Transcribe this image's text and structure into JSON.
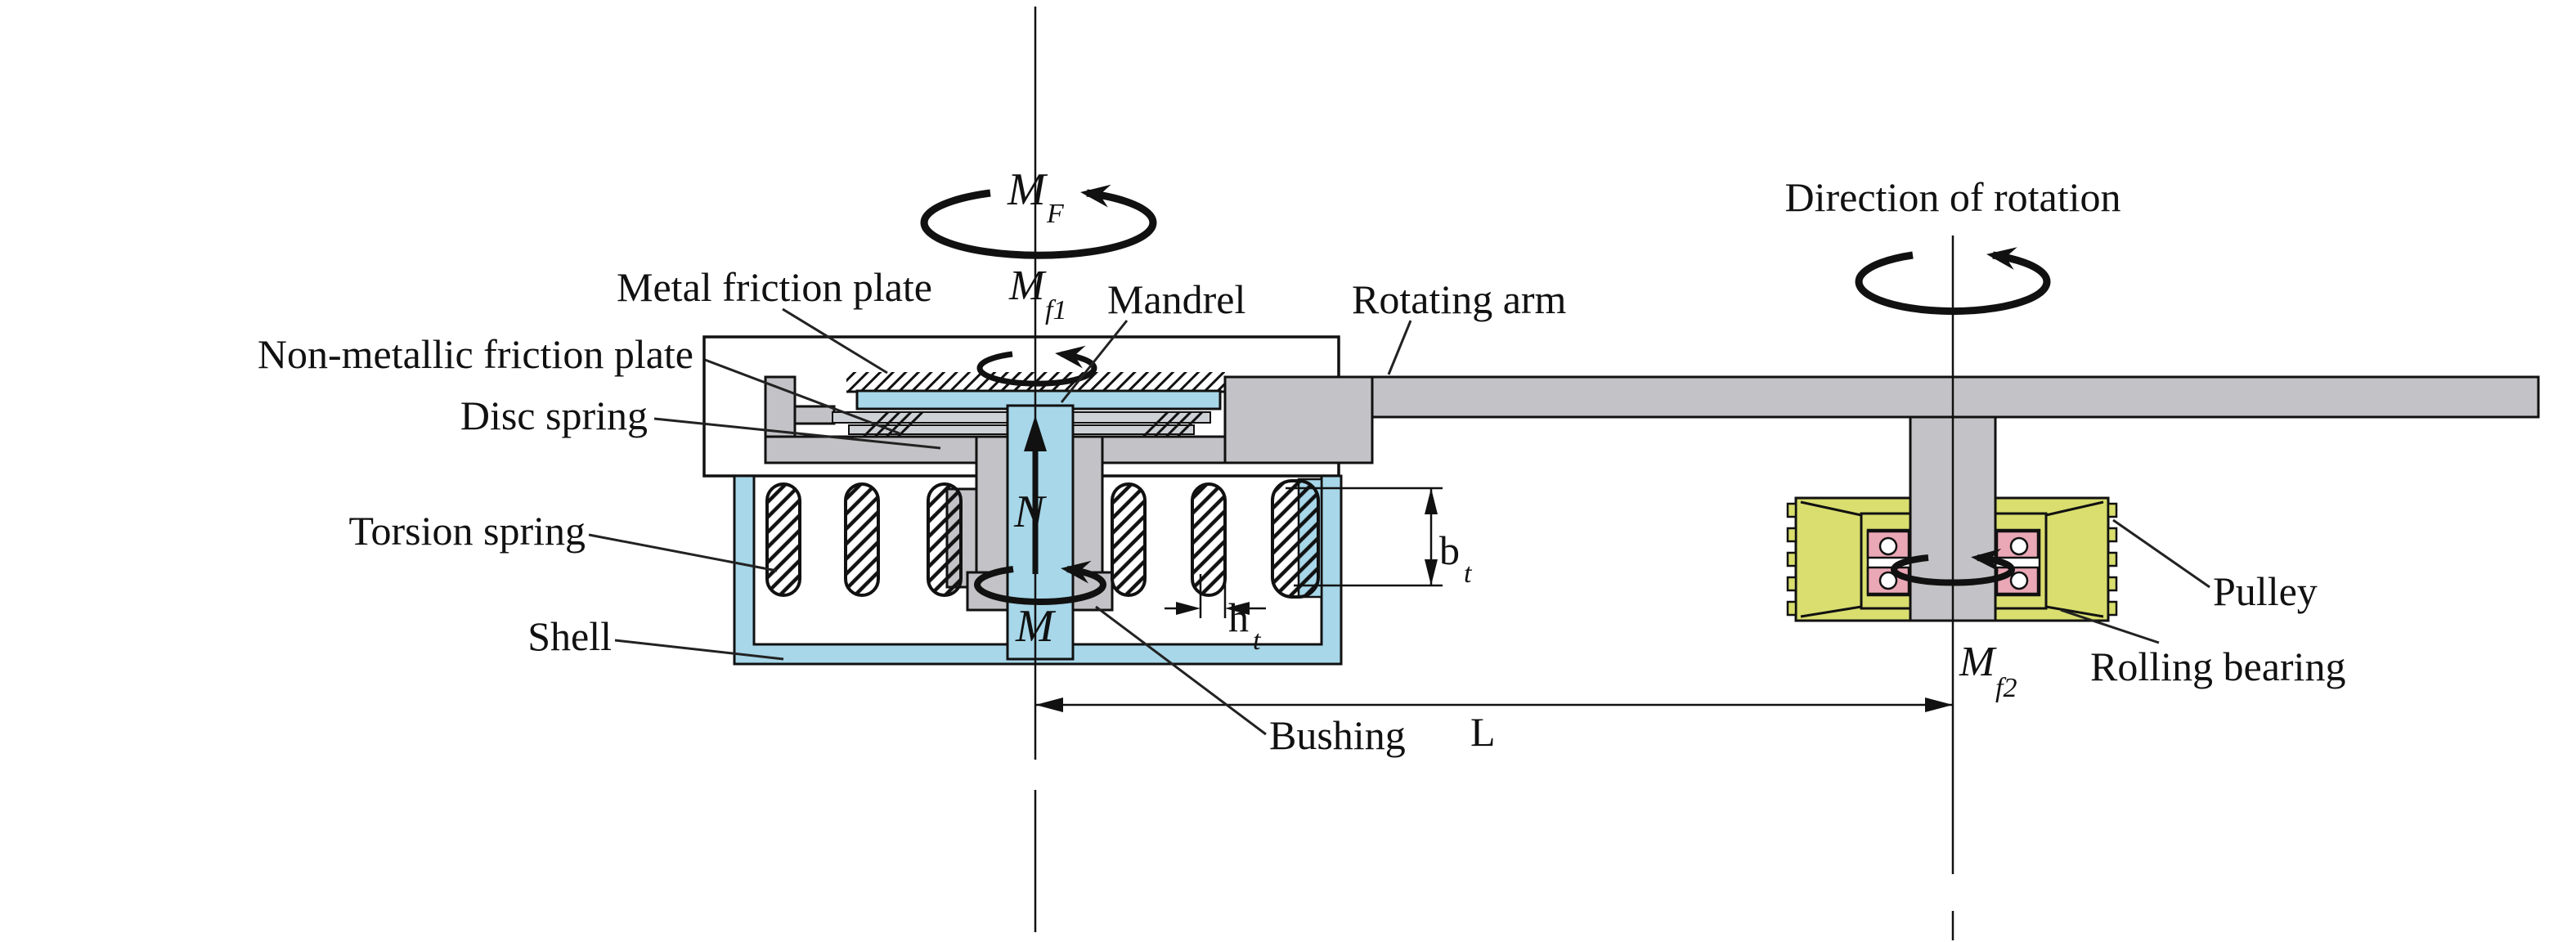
{
  "labels": {
    "metal_friction_plate": "Metal friction plate",
    "non_metallic_friction_plate": "Non-metallic friction plate",
    "disc_spring": "Disc spring",
    "torsion_spring": "Torsion spring",
    "shell": "Shell",
    "mandrel": "Mandrel",
    "rotating_arm": "Rotating arm",
    "direction_of_rotation": "Direction of rotation",
    "pulley": "Pulley",
    "rolling_bearing": "Rolling bearing",
    "bushing": "Bushing"
  },
  "symbols": {
    "MF_base": "M",
    "MF_sub": "F",
    "Mf1_base": "M",
    "Mf1_sub": "f1",
    "Mf2_base": "M",
    "Mf2_sub": "f2",
    "N": "N",
    "M": "M",
    "L": "L",
    "bt_base": "b",
    "bt_sub": "t",
    "ht_base": "h",
    "ht_sub": "t"
  },
  "colors": {
    "blue": "#a7d7e9",
    "gray": "#c3c3c7",
    "strip_gray": "#ced1d5",
    "yellow": "#d9de6e",
    "pink": "#eaa7b5",
    "ink": "#111111"
  }
}
